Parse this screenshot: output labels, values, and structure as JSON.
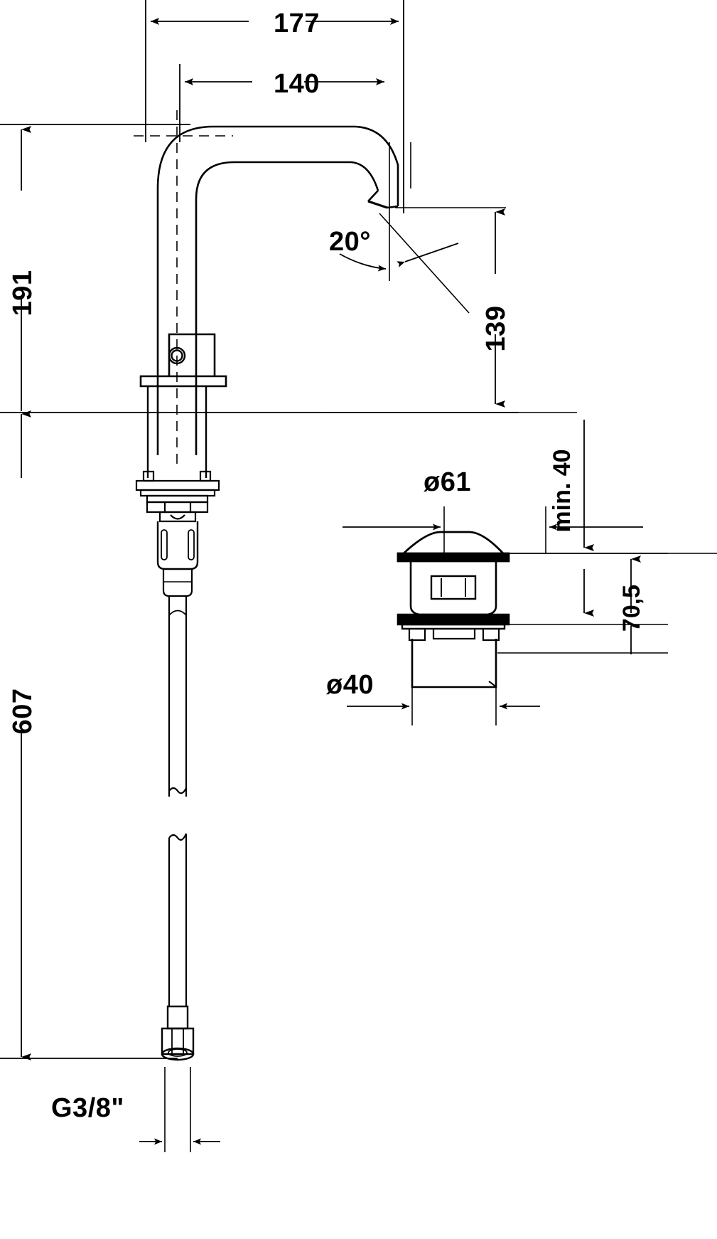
{
  "drawing": {
    "title": "Washbasin faucet technical dimension drawing",
    "units": "mm",
    "line_color": "#000000",
    "background_color": "#ffffff"
  },
  "dimensions": {
    "overall_reach": "177",
    "spout_reach": "140",
    "spout_height_above_center": "191",
    "spout_outlet_height": "139",
    "spout_angle": "20°",
    "total_height": "607",
    "drain_cap_diameter": "ø61",
    "drain_body_diameter": "ø40",
    "min_clearance": "min. 40",
    "drain_height": "70,5",
    "thread_size": "G3/8\""
  },
  "labels": [
    {
      "id": "dim-177",
      "text": "177",
      "rotated": false
    },
    {
      "id": "dim-140",
      "text": "140",
      "rotated": false
    },
    {
      "id": "dim-191",
      "text": "191",
      "rotated": true
    },
    {
      "id": "dim-139",
      "text": "139",
      "rotated": true
    },
    {
      "id": "dim-20deg",
      "text": "20°",
      "rotated": false
    },
    {
      "id": "dim-607",
      "text": "607",
      "rotated": true
    },
    {
      "id": "dim-d61",
      "text": "ø61",
      "rotated": false
    },
    {
      "id": "dim-d40",
      "text": "ø40",
      "rotated": false
    },
    {
      "id": "dim-min40",
      "text": "min. 40",
      "rotated": true
    },
    {
      "id": "dim-705",
      "text": "70,5",
      "rotated": true
    },
    {
      "id": "dim-g38",
      "text": "G3/8\"",
      "rotated": false
    }
  ]
}
